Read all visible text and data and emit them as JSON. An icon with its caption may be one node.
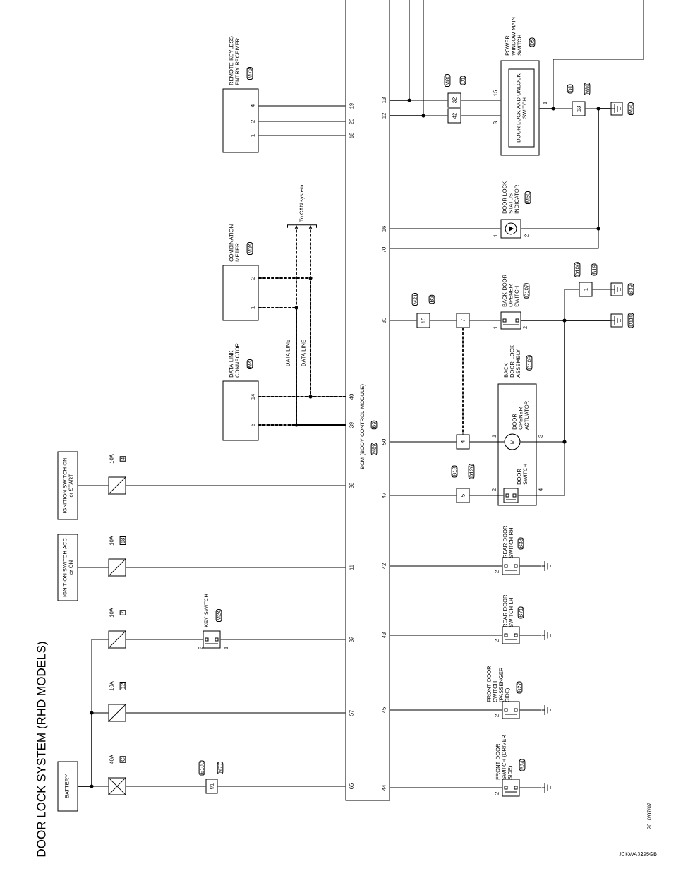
{
  "diagram": {
    "title": "DOOR LOCK SYSTEM (RHD MODELS)",
    "nodes": [
      {
        "text": [
          "BCM (BODY CONTROL MODULE)",
          "M89",
          "B9"
        ]
      },
      {
        "text": [
          "REMOTE KEYLESS ENTRY RECEIVER"
        ],
        "beside": [
          "M73"
        ]
      },
      {
        "text": [
          "COMBINATION METER"
        ],
        "beside": [
          "M34"
        ]
      },
      {
        "text": [
          "DATA LINK CONNECTOR"
        ],
        "beside": [
          "M4"
        ]
      },
      {
        "text": [
          "BATTERY"
        ]
      },
      {
        "text": [
          "IGNITION SWITCH ACC or ON"
        ]
      },
      {
        "text": [
          "IGNITION SWITCH ON or START"
        ]
      },
      {
        "text": [],
        "shape": "fuse",
        "beside": [
          "40A",
          "G"
        ]
      },
      {
        "text": [],
        "shape": "fuse",
        "beside": [
          "10A",
          "12"
        ]
      },
      {
        "text": [],
        "shape": "fuse",
        "beside": [
          "10A",
          "7"
        ]
      },
      {
        "text": [],
        "shape": "fuse",
        "beside": [
          "10A",
          "18"
        ]
      },
      {
        "text": [],
        "shape": "fuse",
        "beside": [
          "10A",
          "4"
        ]
      },
      {
        "text": [
          "91"
        ],
        "beside": [
          "E100",
          "M77"
        ]
      },
      {
        "text": [
          "KEY SWITCH"
        ],
        "beside": [
          "M24"
        ]
      },
      {
        "text": [
          "32"
        ],
        "beside": [
          "M80",
          "D1"
        ]
      },
      {
        "text": [
          "42"
        ]
      },
      {
        "text": [
          "POWER WINDOW MAIN SWITCH"
        ],
        "beside": [
          "D5"
        ]
      },
      {
        "text": [
          "DOOR LOCK AND UNLOCK SWITCH"
        ],
        "in": 16
      },
      {
        "text": [
          "13"
        ],
        "beside": [
          "D1",
          "M80"
        ]
      },
      {
        "text": [],
        "shape": "ground",
        "beside": [
          "M70"
        ]
      },
      {
        "text": [
          "DOOR LOCK STATUS INDICATOR"
        ],
        "beside": [
          "M60"
        ]
      },
      {
        "text": [
          "15"
        ],
        "beside": [
          "M21",
          "B3"
        ]
      },
      {
        "text": [
          "7"
        ]
      },
      {
        "text": [
          "BACK DOOR OPENER SWITCH"
        ],
        "beside": [
          "D107"
        ]
      },
      {
        "text": [
          "1"
        ],
        "beside": [
          "D106",
          "B19"
        ]
      },
      {
        "text": [],
        "shape": "ground",
        "beside": [
          "B39"
        ]
      },
      {
        "text": [],
        "shape": "ground",
        "beside": [
          "D110"
        ]
      },
      {
        "text": [
          "4"
        ]
      },
      {
        "text": [
          "5"
        ],
        "beside": [
          "B18",
          "D126"
        ]
      },
      {
        "text": [
          "BACK DOOR LOCK ASSEMBLY"
        ],
        "beside": [
          "D108"
        ]
      },
      {
        "text": [
          "DOOR OPENER ACTUATOR",
          "M"
        ],
        "in": 29
      },
      {
        "text": [
          "DOOR SWITCH"
        ],
        "in": 29
      },
      {
        "text": [
          "REAR DOOR SWITCH RH"
        ],
        "beside": [
          "B33"
        ]
      },
      {
        "text": [
          "REAR DOOR SWITCH LH"
        ],
        "beside": [
          "B71"
        ]
      },
      {
        "text": [
          "FRONT DOOR SWITCH (PASSENGER SIDE)"
        ],
        "beside": [
          "B27"
        ]
      },
      {
        "text": [
          "FRONT DOOR SWITCH (DRIVER SIDE)"
        ],
        "beside": [
          "B34"
        ]
      },
      {
        "text": [],
        "shape": "ground"
      },
      {
        "text": [],
        "shape": "ground"
      },
      {
        "text": [],
        "shape": "ground"
      },
      {
        "text": [],
        "shape": "ground"
      },
      {
        "text": [
          "To CAN system"
        ]
      }
    ],
    "edges": [
      {
        "from": 1,
        "to": 0,
        "arrow": "none"
      },
      {
        "from": 1,
        "to": 0,
        "arrow": "none"
      },
      {
        "from": 1,
        "to": 0,
        "arrow": "none"
      },
      {
        "from": 3,
        "to": 0,
        "arrow": "none",
        "style": "dashed"
      },
      {
        "from": 3,
        "to": 0,
        "arrow": "none",
        "style": "dashed"
      },
      {
        "from": 2,
        "to": 0,
        "arrow": "none",
        "style": "dashed"
      },
      {
        "from": 2,
        "to": 3,
        "arrow": "none",
        "style": "dashed"
      },
      {
        "from": 2,
        "to": 0,
        "arrow": "none",
        "style": "dashed"
      },
      {
        "from": 2,
        "to": 3,
        "arrow": "none",
        "style": "dashed"
      },
      {
        "from": 0,
        "to": 40,
        "arrow": "to",
        "style": "dashed"
      },
      {
        "from": 0,
        "to": 40,
        "arrow": "to",
        "style": "dashed"
      },
      {
        "from": 4,
        "to": 7,
        "arrow": "none"
      },
      {
        "from": 4,
        "to": 8,
        "arrow": "none"
      },
      {
        "from": 4,
        "to": 9,
        "arrow": "none"
      },
      {
        "from": 5,
        "to": 10,
        "arrow": "none"
      },
      {
        "from": 6,
        "to": 11,
        "arrow": "none"
      },
      {
        "from": 7,
        "to": 12,
        "arrow": "none"
      },
      {
        "from": 12,
        "to": 0,
        "arrow": "none"
      },
      {
        "from": 8,
        "to": 0,
        "arrow": "none"
      },
      {
        "from": 9,
        "to": 13,
        "arrow": "none"
      },
      {
        "from": 13,
        "to": 0,
        "arrow": "none"
      },
      {
        "from": 10,
        "to": 0,
        "arrow": "none"
      },
      {
        "from": 11,
        "to": 0,
        "arrow": "none"
      },
      {
        "from": 0,
        "to": 14,
        "arrow": "none"
      },
      {
        "from": 14,
        "to": 16,
        "arrow": "none"
      },
      {
        "from": 0,
        "to": 15,
        "arrow": "none"
      },
      {
        "from": 15,
        "to": 16,
        "arrow": "none"
      },
      {
        "from": 0,
        "to": null,
        "arrow": "none"
      },
      {
        "from": 0,
        "to": null,
        "arrow": "none"
      },
      {
        "from": 16,
        "to": 18,
        "arrow": "none"
      },
      {
        "from": 16,
        "to": null,
        "arrow": "none"
      },
      {
        "from": 18,
        "to": 19,
        "arrow": "none"
      },
      {
        "from": 0,
        "to": 20,
        "arrow": "none"
      },
      {
        "from": 20,
        "to": 19,
        "arrow": "none"
      },
      {
        "from": 0,
        "to": 19,
        "arrow": "none"
      },
      {
        "from": 0,
        "to": 21,
        "arrow": "none"
      },
      {
        "from": 21,
        "to": 22,
        "arrow": "none"
      },
      {
        "from": 22,
        "to": 23,
        "arrow": "none"
      },
      {
        "from": 23,
        "to": 26,
        "arrow": "none"
      },
      {
        "from": 23,
        "to": 24,
        "arrow": "none"
      },
      {
        "from": 24,
        "to": 25,
        "arrow": "none"
      },
      {
        "from": 22,
        "to": 27,
        "arrow": "none",
        "style": "dashed"
      },
      {
        "from": 0,
        "to": 27,
        "arrow": "none"
      },
      {
        "from": 27,
        "to": 30,
        "arrow": "none"
      },
      {
        "from": 30,
        "to": 26,
        "arrow": "none"
      },
      {
        "from": 0,
        "to": 28,
        "arrow": "none"
      },
      {
        "from": 28,
        "to": 31,
        "arrow": "none"
      },
      {
        "from": 31,
        "to": 26,
        "arrow": "none"
      },
      {
        "from": 0,
        "to": 32,
        "arrow": "none"
      },
      {
        "from": 0,
        "to": 33,
        "arrow": "none"
      },
      {
        "from": 0,
        "to": 34,
        "arrow": "none"
      },
      {
        "from": 0,
        "to": 35,
        "arrow": "none"
      },
      {
        "from": 32,
        "to": 36,
        "arrow": "none"
      },
      {
        "from": 33,
        "to": 37,
        "arrow": "none"
      },
      {
        "from": 34,
        "to": 38,
        "arrow": "none"
      },
      {
        "from": 35,
        "to": 39,
        "arrow": "none"
      }
    ],
    "labels": [
      "19",
      "20",
      "18",
      "40",
      "39",
      "38",
      "11",
      "37",
      "57",
      "65",
      "13",
      "12",
      "16",
      "70",
      "30",
      "50",
      "47",
      "42",
      "43",
      "45",
      "44",
      "4",
      "2",
      "1",
      "2",
      "1",
      "14",
      "6",
      "DATA LINE",
      "DATA LINE",
      "2",
      "1",
      "15",
      "3",
      "1",
      "1",
      "2",
      "1",
      "2",
      "1",
      "3",
      "2",
      "4",
      "2",
      "2",
      "2",
      "2",
      "2010/07/07",
      "JCKWA3295GB"
    ]
  }
}
